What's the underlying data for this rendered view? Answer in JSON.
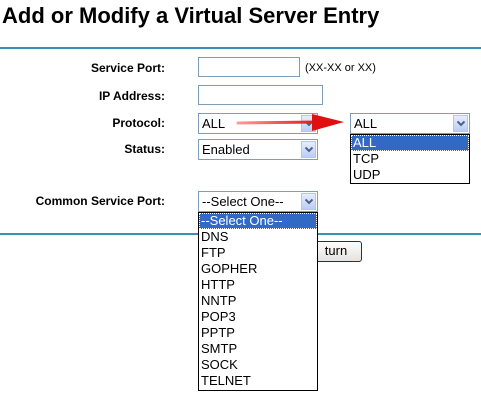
{
  "page": {
    "title": "Add or Modify a Virtual Server Entry"
  },
  "form": {
    "service_port_label": "Service Port:",
    "service_port_value": "",
    "service_port_hint": "(XX-XX or XX)",
    "ip_address_label": "IP Address:",
    "ip_address_value": "",
    "protocol_label": "Protocol:",
    "protocol_value": "ALL",
    "status_label": "Status:",
    "status_value": "Enabled",
    "common_service_port_label": "Common Service Port:",
    "common_service_port_value": "--Select One--"
  },
  "protocol_dropdown": {
    "selected": "ALL",
    "options": [
      "ALL",
      "TCP",
      "UDP"
    ]
  },
  "common_service_dropdown": {
    "options": [
      "--Select One--",
      "DNS",
      "FTP",
      "GOPHER",
      "HTTP",
      "NNTP",
      "POP3",
      "PPTP",
      "SMTP",
      "SOCK",
      "TELNET"
    ]
  },
  "buttons": {
    "return_visible_label": "turn"
  },
  "colors": {
    "divider": "#3a8fb7",
    "selection": "#316ac5",
    "arrow": "#e02020"
  },
  "icons": {
    "dropdown_arrow": "chevron-down-icon",
    "pointer_arrow": "red-arrow-icon"
  }
}
